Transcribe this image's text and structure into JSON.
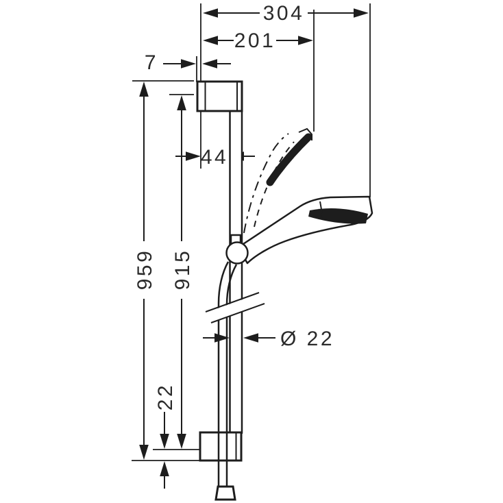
{
  "diagram": {
    "background": "#ffffff",
    "line_color": "#1d1d1d",
    "text_color": "#2a2a2a",
    "dimensions": {
      "width_overall": "304",
      "width_inner": "201",
      "wall_gap": "7",
      "bar_offset": "44",
      "height_overall": "959",
      "height_between_fixings": "915",
      "bar_diameter": "Ø 22",
      "bottom_fixing_offset": "22"
    }
  }
}
